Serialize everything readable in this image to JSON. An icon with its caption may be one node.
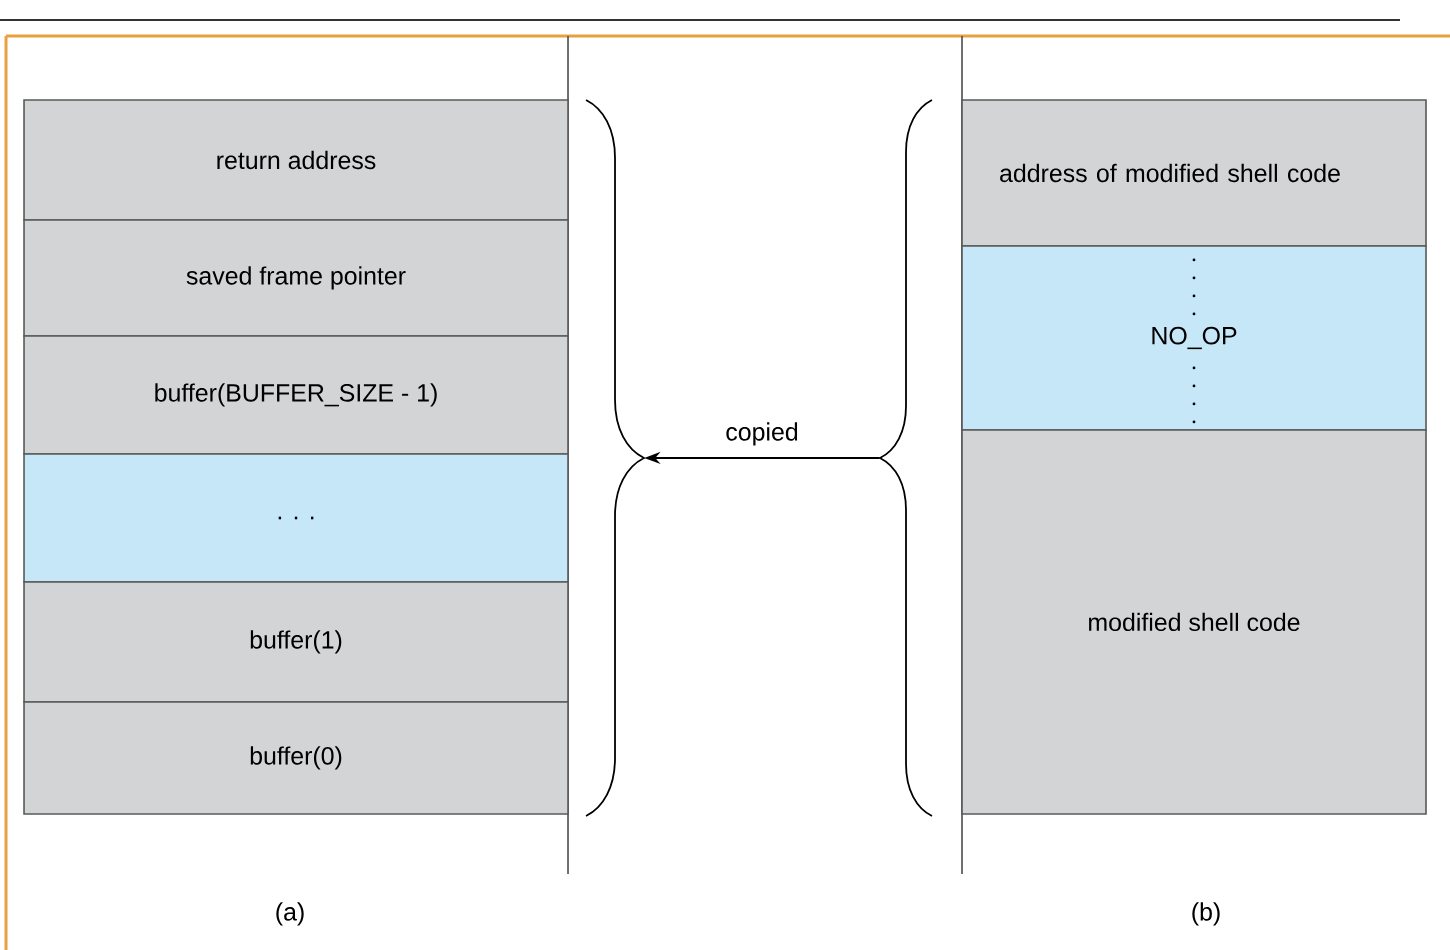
{
  "diagram": {
    "nodes": [
      {
        "text": [
          "return address"
        ]
      },
      {
        "text": [
          "saved frame pointer"
        ]
      },
      {
        "text": [
          "buffer(BUFFER_SIZE - 1)"
        ]
      },
      {
        "text": [
          ". . ."
        ]
      },
      {
        "text": [
          "buffer(1)"
        ]
      },
      {
        "text": [
          "buffer(0)"
        ]
      },
      {
        "text": [
          "address of modified shell code"
        ]
      },
      {
        "text": [
          "NO_OP"
        ]
      },
      {
        "text": [
          "modified shell code"
        ]
      },
      {
        "text": [],
        "shape": "brace"
      },
      {
        "text": [],
        "shape": "brace"
      }
    ],
    "edges": [
      {
        "from": 10,
        "to": 9,
        "arrow": "to",
        "label": "copied"
      }
    ],
    "labels": [
      "(a)",
      "(b)"
    ]
  }
}
